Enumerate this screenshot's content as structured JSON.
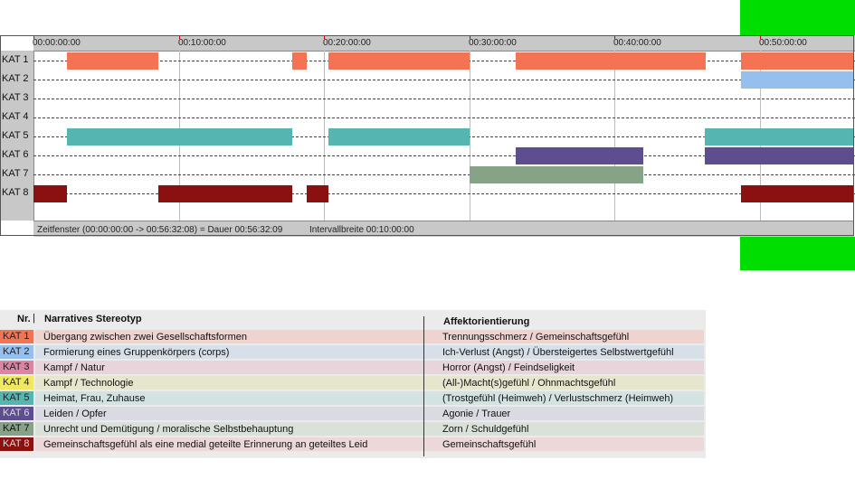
{
  "colors": {
    "green_bar": "#00dd00",
    "kat": [
      "#f47352",
      "#95bfec",
      "#dd83a3",
      "#f0e85e",
      "#55b5b1",
      "#5e4e8f",
      "#86a388",
      "#8b1010"
    ],
    "legend_rows": [
      "#efd3cf",
      "#d7dfe9",
      "#e8d5db",
      "#e6e6cf",
      "#d3e3e1",
      "#dadae2",
      "#d9e1d8",
      "#ecd8d8"
    ]
  },
  "timeline": {
    "ticks": [
      "00:00:00:00",
      "00:10:00:00",
      "00:20:00:00",
      "00:30:00:00",
      "00:40:00:00",
      "00:50:00:00"
    ],
    "rows": [
      "KAT 1",
      "KAT 2",
      "KAT 3",
      "KAT 4",
      "KAT 5",
      "KAT 6",
      "KAT 7",
      "KAT 8"
    ],
    "segments": [
      {
        "row": 0,
        "start": 2.3,
        "end": 8.6
      },
      {
        "row": 0,
        "start": 17.8,
        "end": 18.8
      },
      {
        "row": 0,
        "start": 20.3,
        "end": 30.0
      },
      {
        "row": 0,
        "start": 33.2,
        "end": 46.3
      },
      {
        "row": 0,
        "start": 48.7,
        "end": 56.53
      },
      {
        "row": 1,
        "start": 48.7,
        "end": 56.53
      },
      {
        "row": 4,
        "start": 2.3,
        "end": 17.8
      },
      {
        "row": 4,
        "start": 20.3,
        "end": 30.0
      },
      {
        "row": 4,
        "start": 46.2,
        "end": 56.53
      },
      {
        "row": 5,
        "start": 33.2,
        "end": 42.0
      },
      {
        "row": 5,
        "start": 46.2,
        "end": 56.53
      },
      {
        "row": 6,
        "start": 30.0,
        "end": 42.0
      },
      {
        "row": 7,
        "start": 0.0,
        "end": 2.3
      },
      {
        "row": 7,
        "start": 8.6,
        "end": 17.8
      },
      {
        "row": 7,
        "start": 18.8,
        "end": 20.3
      },
      {
        "row": 7,
        "start": 48.7,
        "end": 56.53
      }
    ],
    "status_window": "Zeitfenster (00:00:00:00 -> 00:56:32:08) = Dauer 00:56:32:09",
    "status_interval": "Intervallbreite 00:10:00:00"
  },
  "legend": {
    "headers": {
      "nr": "Nr.",
      "stereotyp": "Narratives Stereotyp",
      "affekt": "Affektorientierung"
    },
    "rows": [
      {
        "kat": "KAT 1",
        "stereotyp": "Übergang zwischen zwei Gesellschaftsformen",
        "affekt": "Trennungsschmerz / Gemeinschaftsgefühl"
      },
      {
        "kat": "KAT 2",
        "stereotyp": "Formierung eines Gruppenkörpers (corps)",
        "affekt": "Ich-Verlust (Angst) / Übersteigertes Selbstwertgefühl"
      },
      {
        "kat": "KAT 3",
        "stereotyp": "Kampf / Natur",
        "affekt": "Horror (Angst) / Feindseligkeit"
      },
      {
        "kat": "KAT 4",
        "stereotyp": "Kampf / Technologie",
        "affekt": "(All-)Macht(s)gefühl / Ohnmachtsgefühl"
      },
      {
        "kat": "KAT 5",
        "stereotyp": "Heimat, Frau, Zuhause",
        "affekt": "(Trostgefühl (Heimweh) / Verlustschmerz (Heimweh)"
      },
      {
        "kat": "KAT 6",
        "stereotyp": "Leiden / Opfer",
        "affekt": "Agonie / Trauer"
      },
      {
        "kat": "KAT 7",
        "stereotyp": "Unrecht und Demütigung / moralische Selbstbehauptung",
        "affekt": "Zorn / Schuldgefühl"
      },
      {
        "kat": "KAT 8",
        "stereotyp": "Gemeinschaftsgefühl als eine medial geteilte Erinnerung an geteiltes Leid",
        "affekt": "Gemeinschaftsgefühl"
      }
    ]
  }
}
